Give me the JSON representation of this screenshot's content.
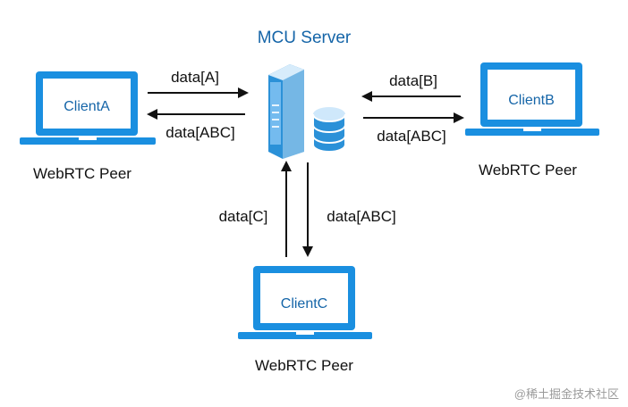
{
  "server": {
    "title": "MCU Server"
  },
  "clients": {
    "a": {
      "label": "ClientA",
      "caption": "WebRTC Peer"
    },
    "b": {
      "label": "ClientB",
      "caption": "WebRTC Peer"
    },
    "c": {
      "label": "ClientC",
      "caption": "WebRTC Peer"
    }
  },
  "edges": {
    "a_to_server": "data[A]",
    "server_to_a": "data[ABC]",
    "b_to_server": "data[B]",
    "server_to_b": "data[ABC]",
    "c_to_server": "data[C]",
    "server_to_c": "data[ABC]"
  },
  "watermark": "@稀土掘金技术社区",
  "colors": {
    "accent": "#1a8fe0",
    "text_blue": "#1565a8",
    "server_blue": "#9fd0f5"
  },
  "icons": {
    "client": "laptop-icon",
    "server": "server-database-icon"
  }
}
